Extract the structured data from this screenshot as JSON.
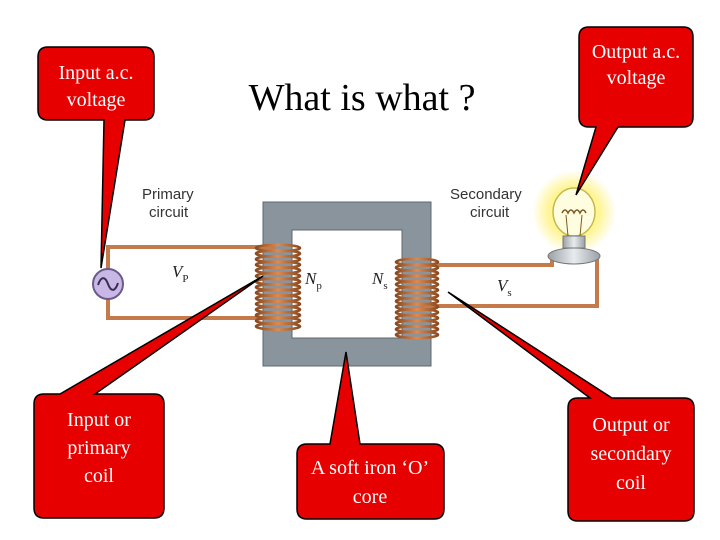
{
  "title": "What is what ?",
  "callouts": {
    "input_voltage": [
      "Input a.c.",
      "voltage"
    ],
    "output_voltage": [
      "Output a.c.",
      "voltage"
    ],
    "primary_coil": [
      "Input or",
      "primary",
      "coil"
    ],
    "core": [
      "A soft iron ‘O’",
      "core"
    ],
    "secondary_coil": [
      "Output or",
      "secondary",
      "coil"
    ]
  },
  "diagram": {
    "primary_circuit": [
      "Primary",
      "circuit"
    ],
    "secondary_circuit": [
      "Secondary",
      "circuit"
    ],
    "vp": {
      "main": "V",
      "sub": "P"
    },
    "np": {
      "main": "N",
      "sub": "p"
    },
    "ns": {
      "main": "N",
      "sub": "s"
    },
    "vs": {
      "main": "V",
      "sub": "s"
    }
  },
  "colors": {
    "callout_fill": "#e60000",
    "callout_stroke": "#000000",
    "core_fill": "#8a949c",
    "core_hole": "#ffffff",
    "wire": "#c47a4a",
    "coil": "#b8652e",
    "source_fill": "#c9b8e6",
    "bulb_glow": "#fff27a"
  }
}
